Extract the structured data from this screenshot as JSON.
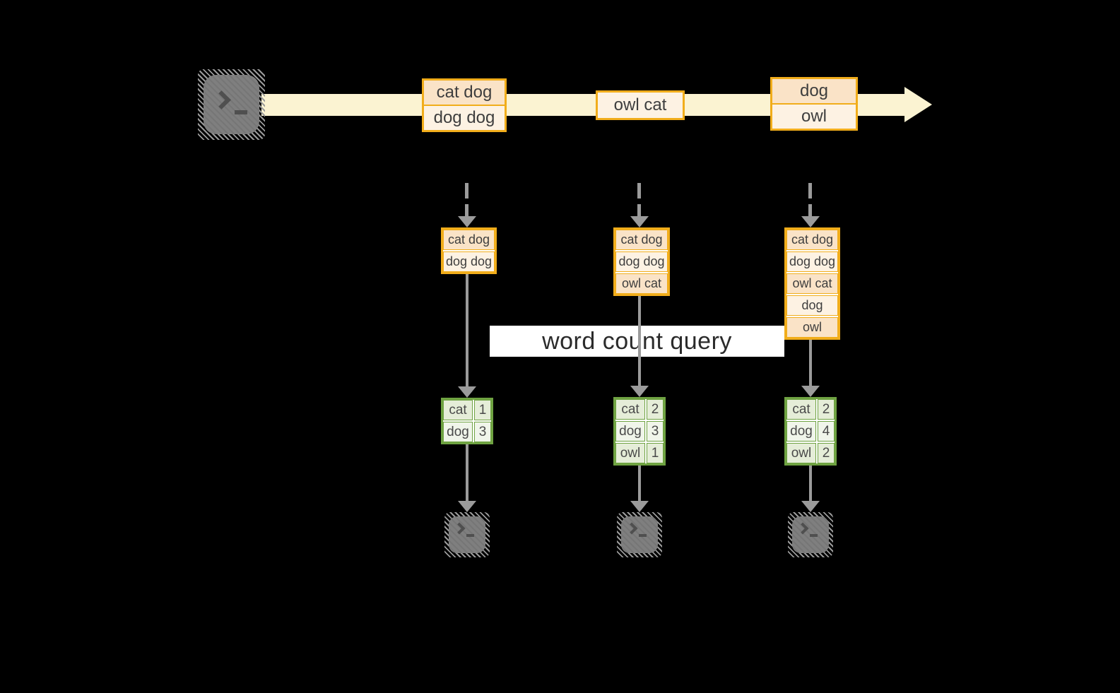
{
  "colors": {
    "background": "#000000",
    "gold": "#F1AD1B",
    "peach": "#FAE3C7",
    "cream": "#FDF2E3",
    "band": "#FBF3D2",
    "green": "#6FA342",
    "green_light": "#E5EDD8",
    "green_lighter": "#F0F5EA",
    "gray": "#9B9B9B",
    "icon_gray": "#7F7F7F",
    "query_bg": "#FFFFFF",
    "text_dark": "#3E3E3E"
  },
  "source": {
    "icon": "terminal-icon"
  },
  "stream": {
    "events": [
      {
        "lines": [
          "cat dog",
          "dog dog"
        ]
      },
      {
        "lines": [
          "owl cat"
        ]
      },
      {
        "lines": [
          "dog",
          "owl"
        ]
      }
    ]
  },
  "batches": [
    {
      "items": [
        "cat dog",
        "dog dog"
      ]
    },
    {
      "items": [
        "cat dog",
        "dog dog",
        "owl cat"
      ]
    },
    {
      "items": [
        "cat dog",
        "dog dog",
        "owl cat",
        "dog",
        "owl"
      ]
    }
  ],
  "query": {
    "label": "word count query"
  },
  "results": [
    {
      "rows": [
        {
          "word": "cat",
          "count": "1"
        },
        {
          "word": "dog",
          "count": "3"
        }
      ]
    },
    {
      "rows": [
        {
          "word": "cat",
          "count": "2"
        },
        {
          "word": "dog",
          "count": "3"
        },
        {
          "word": "owl",
          "count": "1"
        }
      ]
    },
    {
      "rows": [
        {
          "word": "cat",
          "count": "2"
        },
        {
          "word": "dog",
          "count": "4"
        },
        {
          "word": "owl",
          "count": "2"
        }
      ]
    }
  ],
  "sinks": [
    {
      "icon": "terminal-icon"
    },
    {
      "icon": "terminal-icon"
    },
    {
      "icon": "terminal-icon"
    }
  ]
}
